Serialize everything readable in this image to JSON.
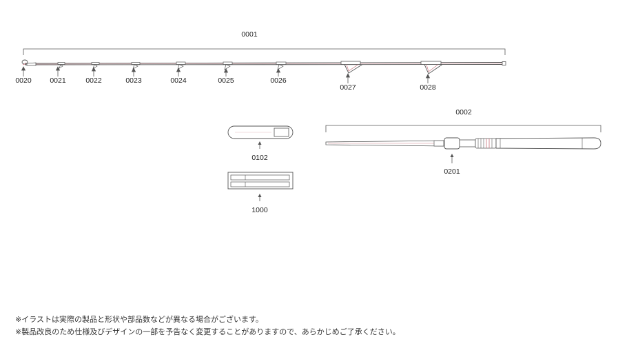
{
  "colors": {
    "line": "#555555",
    "accent": "#c8707a",
    "text": "#222222"
  },
  "rod_tip_section": {
    "assembly_number": "0001",
    "parts": [
      {
        "number": "0020",
        "icon": "tip-top-guide-icon"
      },
      {
        "number": "0021",
        "icon": "line-guide-icon"
      },
      {
        "number": "0022",
        "icon": "line-guide-icon"
      },
      {
        "number": "0023",
        "icon": "line-guide-icon"
      },
      {
        "number": "0024",
        "icon": "line-guide-icon"
      },
      {
        "number": "0025",
        "icon": "line-guide-icon"
      },
      {
        "number": "0026",
        "icon": "line-guide-icon"
      },
      {
        "number": "0027",
        "icon": "line-guide-icon"
      },
      {
        "number": "0028",
        "icon": "line-guide-icon"
      }
    ]
  },
  "rod_butt_section": {
    "assembly_number": "0002",
    "parts": [
      {
        "number": "0201",
        "icon": "reel-seat-icon"
      }
    ]
  },
  "accessories": [
    {
      "number": "0102",
      "icon": "rod-belt-icon"
    },
    {
      "number": "1000",
      "icon": "rod-case-icon"
    }
  ],
  "notes": [
    "※イラストは実際の製品と形状や部品数などが異なる場合がございます。",
    "※製品改良のため仕様及びデザインの一部を予告なく変更することがありますので、あらかじめご了承ください。"
  ]
}
